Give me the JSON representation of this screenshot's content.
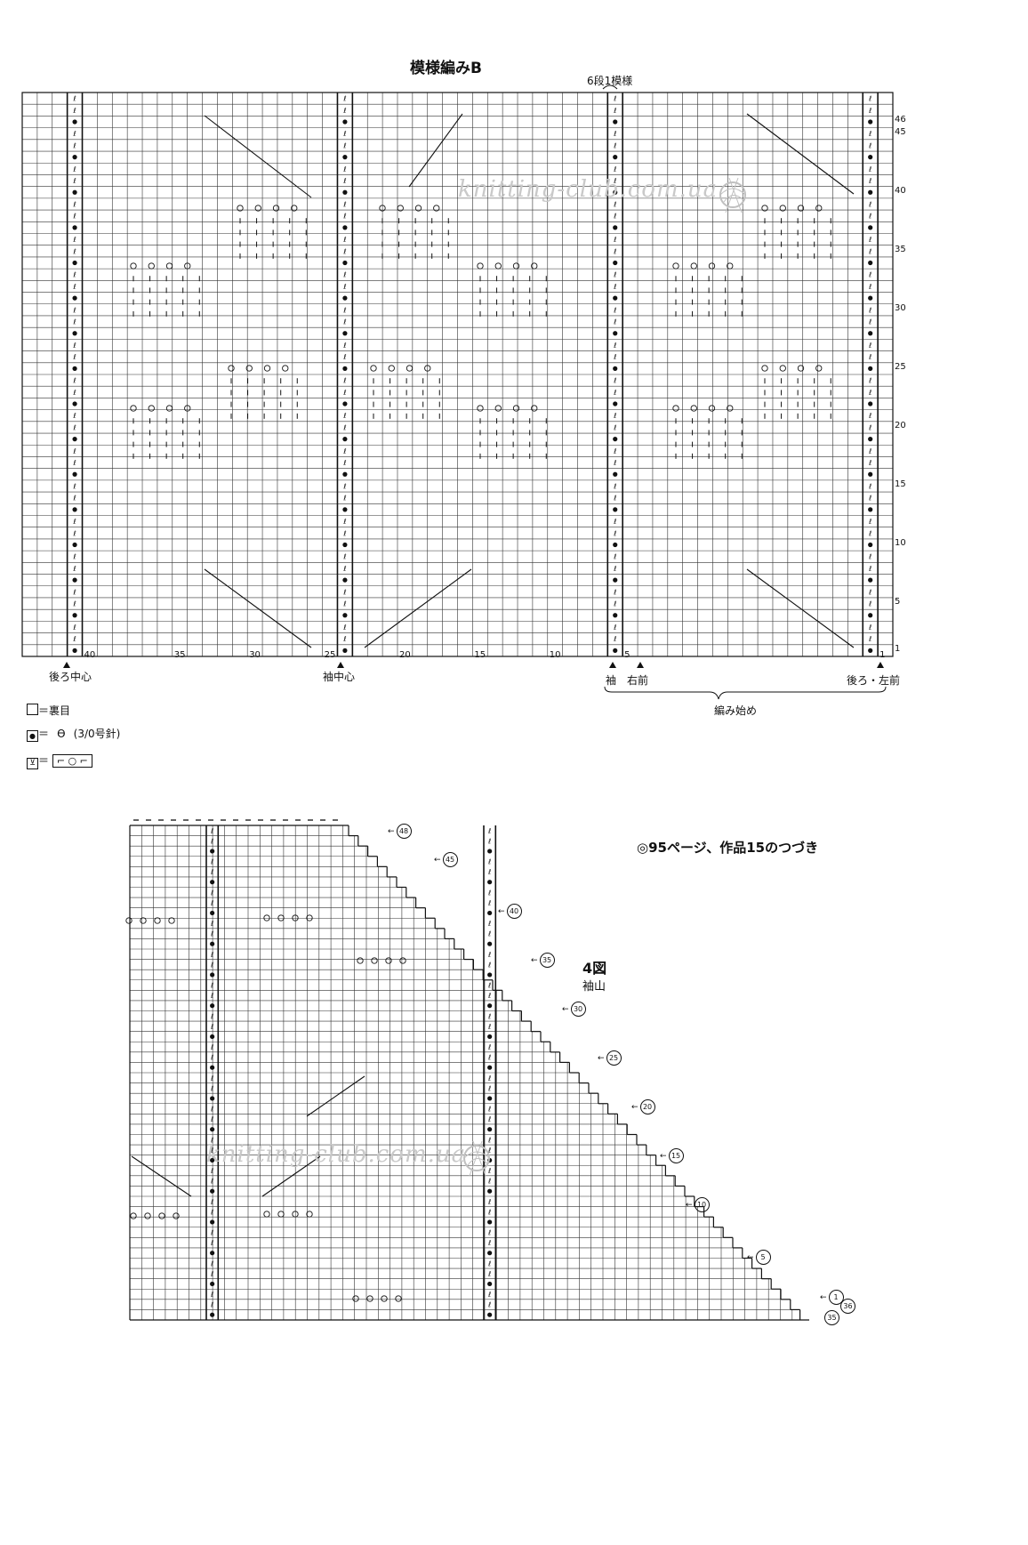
{
  "chart_b": {
    "title": "模様編みB",
    "repeat_label": "6段1模様",
    "col_numbers": [
      "40",
      "35",
      "30",
      "25",
      "20",
      "15",
      "10",
      "5",
      "1"
    ],
    "row_numbers": [
      "46",
      "45",
      "40",
      "35",
      "30",
      "25",
      "20",
      "15",
      "10",
      "5",
      "1"
    ],
    "labels": {
      "back_center": "後ろ中心",
      "sleeve_center": "袖中心",
      "sleeve": "袖",
      "right_front": "右前",
      "back_left_front": "後ろ・左前",
      "cast_on": "編み始め"
    }
  },
  "legend": [
    {
      "sym": "□",
      "text": "＝裏目"
    },
    {
      "sym": "●",
      "text": "＝",
      "note": "(3/0号針)"
    },
    {
      "sym": "⊻",
      "text": "＝"
    }
  ],
  "chart_4": {
    "note": "◎95ページ、作品15のつづき",
    "fig": "4図",
    "fig_sub": "袖山",
    "row_markers": [
      "48",
      "45",
      "40",
      "35",
      "30",
      "25",
      "20",
      "15",
      "10",
      "5",
      "1",
      "36",
      "35"
    ]
  },
  "watermark": "knitting-club.com.ua",
  "colors": {
    "ink": "#111111",
    "grid": "#333333",
    "watermark": "#c9c9c9"
  }
}
